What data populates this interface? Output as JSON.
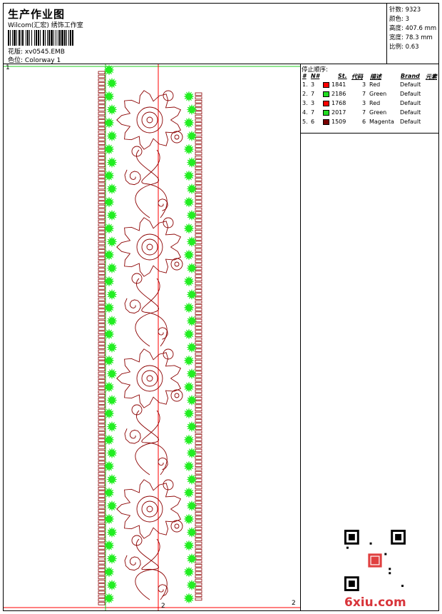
{
  "header": {
    "title": "生产作业图",
    "subtitle": "Wilcom(汇宏) 绣饰工作室",
    "design_label": "花版:",
    "design_value": "xv0545.EMB",
    "colorway_label": "色位:",
    "colorway_value": "Colorway 1"
  },
  "info": {
    "stitches_label": "针数:",
    "stitches_value": "9323",
    "colors_label": "颜色:",
    "colors_value": "3",
    "height_label": "高度:",
    "height_value": "407.6 mm",
    "width_label": "宽度:",
    "width_value": "78.3 mm",
    "scale_label": "比例:",
    "scale_value": "0.63"
  },
  "stop_sequence": {
    "title": "停止顺序:",
    "headers": [
      "#",
      "N#",
      "St.",
      "代码",
      "描述",
      "Brand",
      "元素"
    ],
    "rows": [
      {
        "seq": "1.",
        "needle": "3",
        "color": "#ff0000",
        "st": "1841",
        "code": "3",
        "desc": "Red",
        "brand": "Default"
      },
      {
        "seq": "2.",
        "needle": "7",
        "color": "#22dd22",
        "st": "2186",
        "code": "7",
        "desc": "Green",
        "brand": "Default"
      },
      {
        "seq": "3.",
        "needle": "3",
        "color": "#ff0000",
        "st": "1768",
        "code": "3",
        "desc": "Red",
        "brand": "Default"
      },
      {
        "seq": "4.",
        "needle": "7",
        "color": "#22dd22",
        "st": "2017",
        "code": "7",
        "desc": "Green",
        "brand": "Default"
      },
      {
        "seq": "5.",
        "needle": "6",
        "color": "#7a0000",
        "st": "1509",
        "code": "6",
        "desc": "Magenta",
        "brand": "Default"
      }
    ]
  },
  "canvas": {
    "mark_top": "1",
    "mark_bottom_center": "2",
    "mark_bottom_right": "2",
    "guide_color": "#ff0000",
    "outline_color": "#8b0000",
    "fill_color": "#22ee22"
  },
  "watermark": {
    "logo_text": "6xiu.com"
  }
}
